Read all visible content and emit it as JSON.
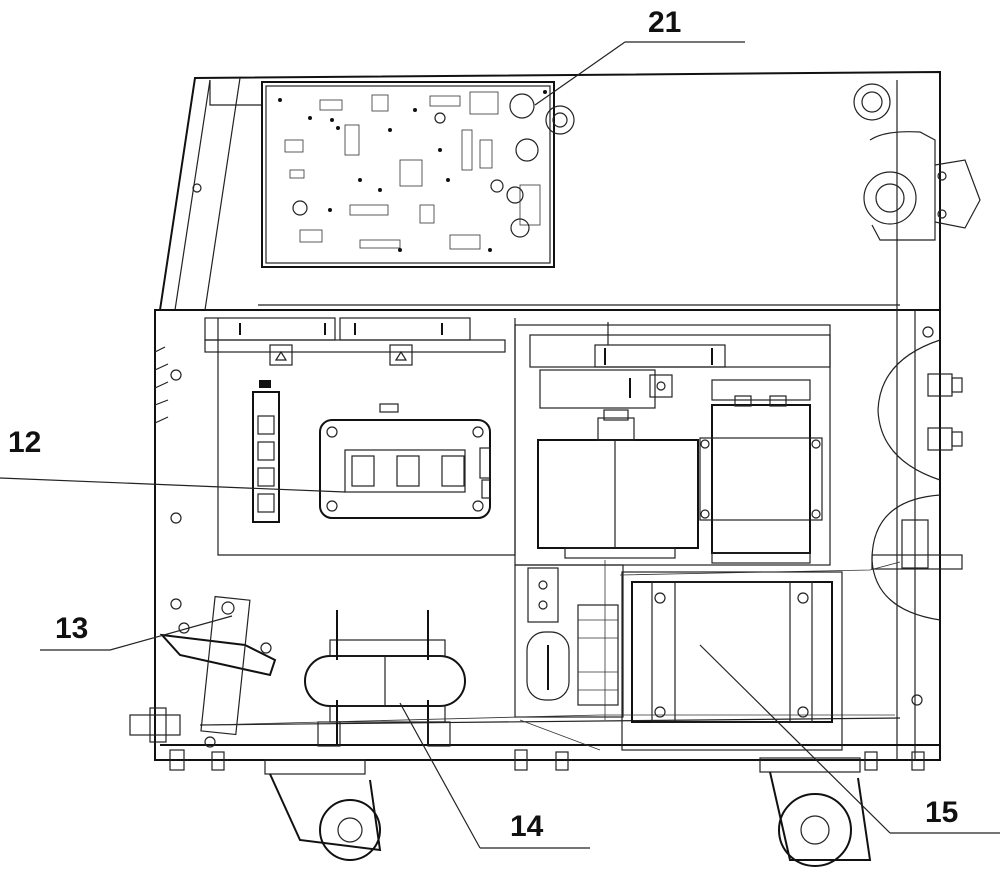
{
  "labels": {
    "l21": "21",
    "l12": "12",
    "l13": "13",
    "l14": "14",
    "l15": "15"
  }
}
